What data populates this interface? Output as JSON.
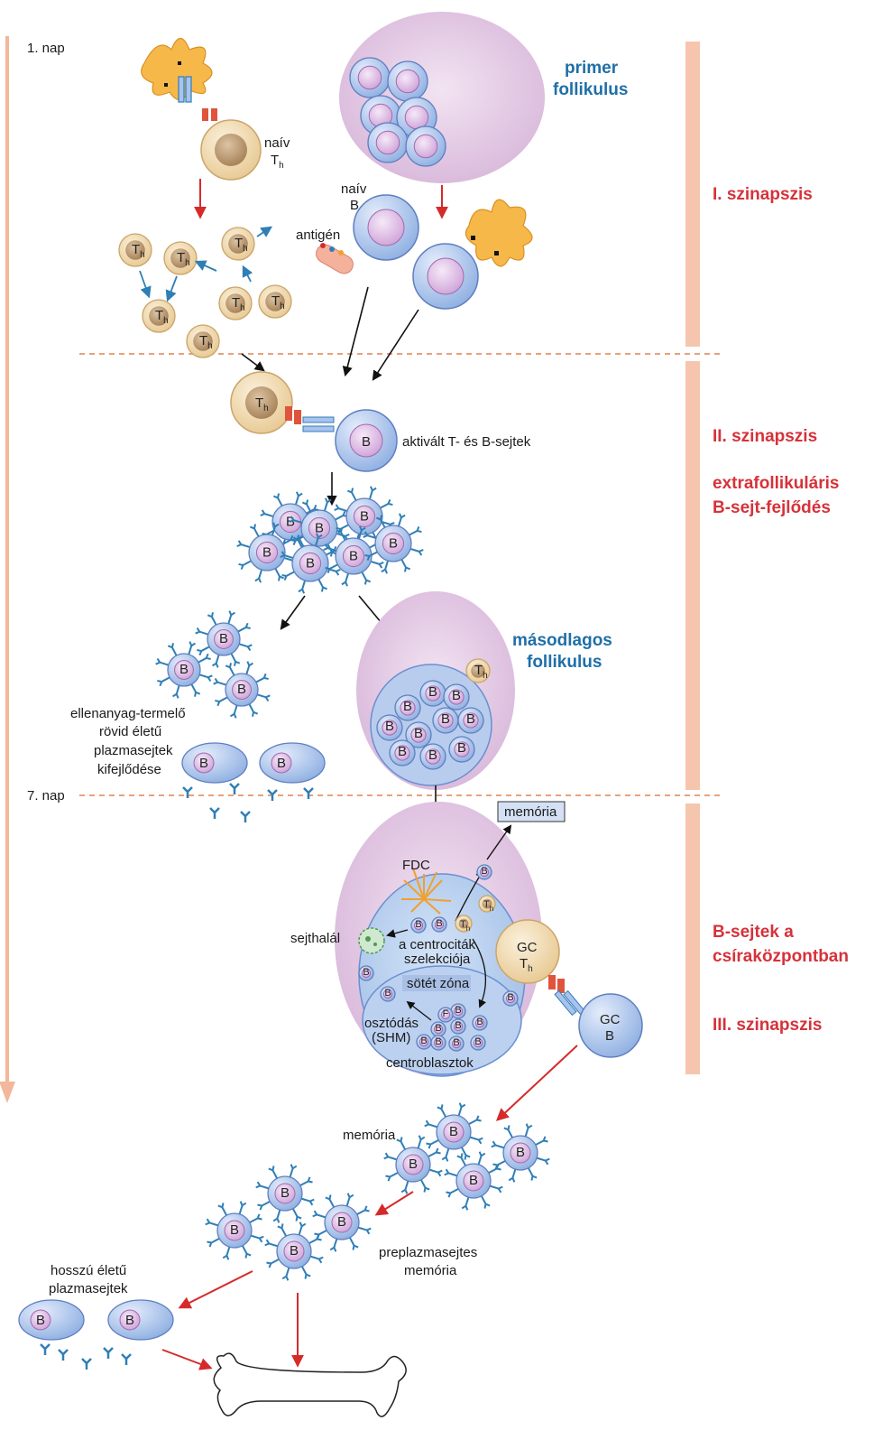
{
  "day_labels": {
    "day1": "1. nap",
    "day7": "7. nap"
  },
  "follicles": {
    "primary": [
      "primer",
      "follikulus"
    ],
    "secondary": [
      "másodlagos",
      "follikulus"
    ]
  },
  "cell_labels": {
    "naive_th": [
      "naív",
      "T",
      "h"
    ],
    "naive_b": [
      "naív",
      "B"
    ],
    "antigen": "antigén",
    "activated": "aktivált T- és B-sejtek",
    "plasma_short": [
      "ellenanyag-termelő",
      "rövid életű",
      "plazmasejtek",
      "kifejlődése"
    ],
    "memory_box": "memória",
    "fdc": "FDC",
    "cell_death": "sejthalál",
    "centrocyte_selection": [
      "a centrociták",
      "szelekciója"
    ],
    "dark_zone": "sötét zóna",
    "division": [
      "osztódás",
      "(SHM)"
    ],
    "centroblasts": "centroblasztok",
    "gc_th": [
      "GC",
      "T",
      "h"
    ],
    "gc_b": [
      "GC",
      "B"
    ],
    "memory": "memória",
    "preplasma": [
      "preplazmasejtes",
      "memória"
    ],
    "plasma_long": [
      "hosszú életű",
      "plazmasejtek"
    ]
  },
  "stages": {
    "s1": "I. szinapszis",
    "s2": "II. szinapszis",
    "s2b": [
      "extrafollikuláris",
      "B-sejt-fejlődés"
    ],
    "s3": [
      "B-sejtek a",
      "csíraközpontban"
    ],
    "s3b": "III. szinapszis"
  },
  "cell_letters": {
    "b": "B",
    "t": "T",
    "sub_h": "h",
    "f": "F"
  },
  "colors": {
    "timeline": "#f3b79b",
    "stage_bar": "#f6c5ad",
    "blue_text": "#1f6fa8",
    "red_text": "#d6323a",
    "red_arrow": "#d62a2a",
    "follicle": "#e0c6e0",
    "b_cell": "#aac4ea",
    "b_nucleus": "#ddb6e3",
    "th_cell": "#f3ddb3",
    "antibody": "#2f7fb6",
    "dashed_line": "#e8a27b"
  }
}
